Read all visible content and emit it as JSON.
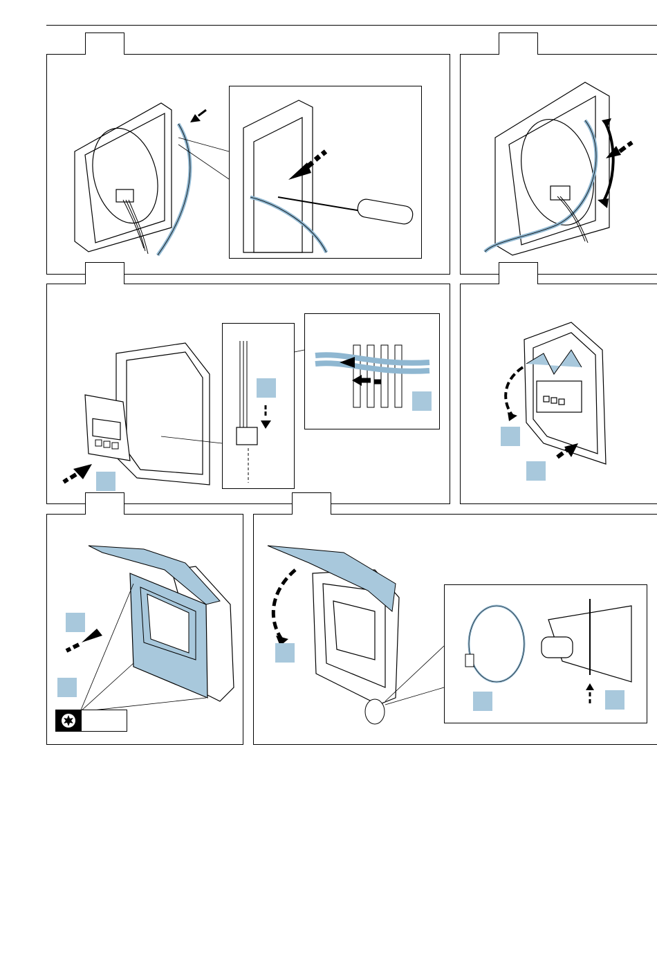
{
  "panels": [
    {
      "id": "p1",
      "step": ""
    },
    {
      "id": "p2",
      "step": ""
    },
    {
      "id": "p3",
      "step": ""
    },
    {
      "id": "p4",
      "step": ""
    },
    {
      "id": "p5",
      "step": ""
    },
    {
      "id": "p6",
      "step": ""
    }
  ],
  "callouts": {
    "p3_a": "",
    "p3_b": "",
    "p3_c": "",
    "p4_a": "",
    "p4_b": "",
    "p5_a": "",
    "p5_b": "",
    "p6_a": "",
    "p6_b": "",
    "p6_c": ""
  },
  "torx_label": "",
  "colors": {
    "accent": "#a8c8dc",
    "cable": "#8fb7d1",
    "line": "#000000"
  },
  "icons": [
    "torx-screw-icon",
    "arrow-icon"
  ]
}
